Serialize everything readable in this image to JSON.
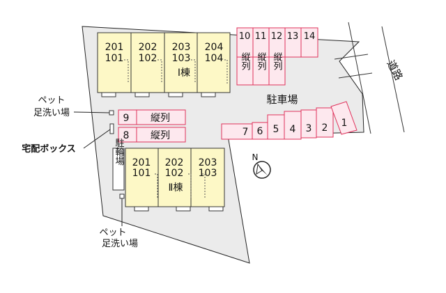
{
  "building1": {
    "name": "Ⅰ棟",
    "units": [
      {
        "upper": "201",
        "lower": "101"
      },
      {
        "upper": "202",
        "lower": "102"
      },
      {
        "upper": "203",
        "lower": "103"
      },
      {
        "upper": "204",
        "lower": "104"
      }
    ]
  },
  "building2": {
    "name": "Ⅱ棟",
    "units": [
      {
        "upper": "201",
        "lower": "101"
      },
      {
        "upper": "202",
        "lower": "102"
      },
      {
        "upper": "203",
        "lower": "103"
      }
    ]
  },
  "parking": {
    "label": "駐車場",
    "top_row": [
      {
        "num": "10",
        "tag": "縦列"
      },
      {
        "num": "11",
        "tag": "縦列"
      },
      {
        "num": "12",
        "tag": "縦列"
      },
      {
        "num": "13",
        "tag": ""
      },
      {
        "num": "14",
        "tag": ""
      }
    ],
    "middle_rows": [
      {
        "num": "9",
        "tag": "縦列"
      },
      {
        "num": "8",
        "tag": "縦列"
      }
    ],
    "bottom_row": [
      "7",
      "6",
      "5",
      "4",
      "3",
      "2",
      "1"
    ]
  },
  "bicycle": {
    "label": "駐輪場"
  },
  "road": {
    "label": "道路"
  },
  "north": {
    "label": "N"
  },
  "annotations": {
    "pet_wash_top": [
      "ペット",
      "足洗い場"
    ],
    "delivery_box": "宅配ボックス",
    "pet_wash_bottom": [
      "ペット",
      "足洗い場"
    ]
  },
  "colors": {
    "lot": "#ebebeb",
    "building": "#fdf8c6",
    "parking_fill": "#fde8ee",
    "parking_stroke": "#e0305a"
  }
}
